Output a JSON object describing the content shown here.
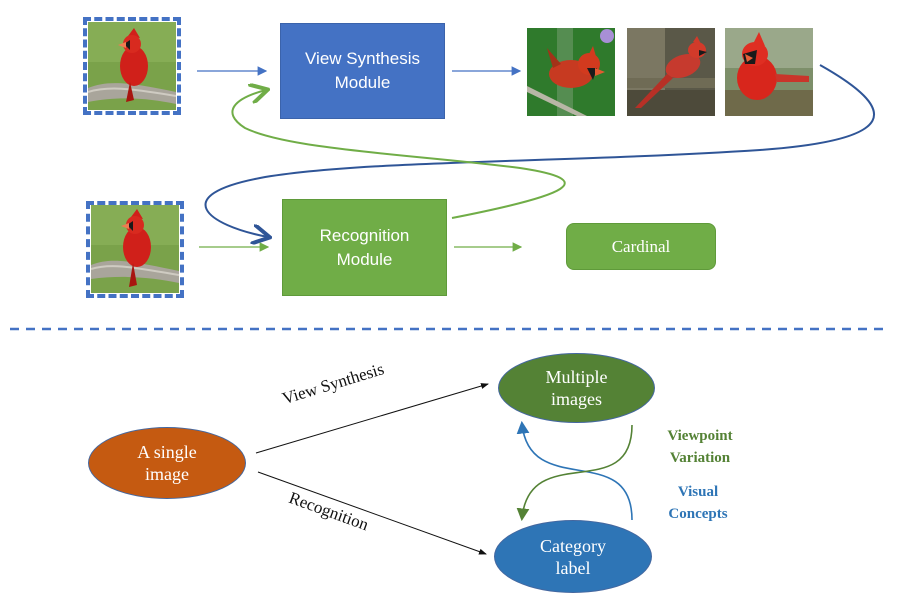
{
  "top_section": {
    "input_image": {
      "icon": "cardinal-photo",
      "description": "red cardinal perched on branch"
    },
    "view_synthesis_module": {
      "label_line1": "View Synthesis",
      "label_line2": "Module",
      "color": "#4472c4"
    },
    "synthesized_images": [
      {
        "icon": "cardinal-photo",
        "description": "cardinal side view on green background"
      },
      {
        "icon": "cardinal-photo",
        "description": "cardinal on wooden fence"
      },
      {
        "icon": "cardinal-photo",
        "description": "cardinal front view on grass"
      }
    ],
    "recognition_input_image": {
      "icon": "cardinal-photo",
      "description": "red cardinal perched on branch"
    },
    "recognition_module": {
      "label_line1": "Recognition",
      "label_line2": "Module",
      "color": "#70ad47"
    },
    "output_label": {
      "text": "Cardinal",
      "color": "#70ad47"
    }
  },
  "divider": {
    "style": "dashed",
    "color": "#4472c4"
  },
  "bottom_section": {
    "single_image": {
      "line1": "A single",
      "line2": "image",
      "color": "#c55a11"
    },
    "multiple_images": {
      "line1": "Multiple",
      "line2": "images",
      "color": "#548235"
    },
    "category_label": {
      "line1": "Category",
      "line2": "label",
      "color": "#2e75b6"
    },
    "edge_view_synthesis": "View Synthesis",
    "edge_recognition": "Recognition",
    "viewpoint_variation": {
      "line1": "Viewpoint",
      "line2": "Variation",
      "color": "#548235"
    },
    "visual_concepts": {
      "line1": "Visual",
      "line2": "Concepts",
      "color": "#2e75b6"
    }
  }
}
